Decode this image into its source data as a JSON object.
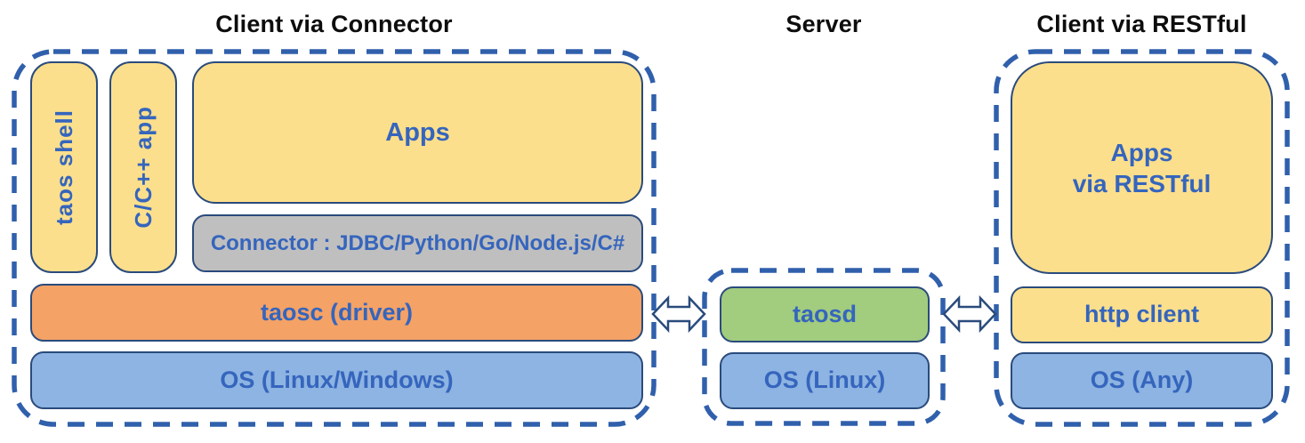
{
  "titles": {
    "client_connector": "Client via Connector",
    "server": "Server",
    "client_restful": "Client via RESTful"
  },
  "client_connector": {
    "taos_shell": "taos shell",
    "cpp_app": "C/C++ app",
    "apps": "Apps",
    "connector": "Connector : JDBC/Python/Go/Node.js/C#",
    "taosc": "taosc (driver)",
    "os": "OS (Linux/Windows)"
  },
  "server": {
    "taosd": "taosd",
    "os": "OS (Linux)"
  },
  "client_restful": {
    "apps_line1": "Apps",
    "apps_line2": "via RESTful",
    "http_client": "http client",
    "os": "OS (Any)"
  },
  "icons": {
    "left_arrow": "double-arrow-icon",
    "right_arrow": "double-arrow-icon"
  },
  "colors": {
    "box_yellow": "#fcdf8c",
    "box_gray": "#bfbfbf",
    "box_orange": "#f4a266",
    "box_blue": "#8db4e2",
    "box_green": "#a2cc7e",
    "box_border": "#2a4b7c",
    "dashed_border": "#3060ac",
    "label_blue": "#3565bd",
    "title_black": "#0d0d0d"
  }
}
